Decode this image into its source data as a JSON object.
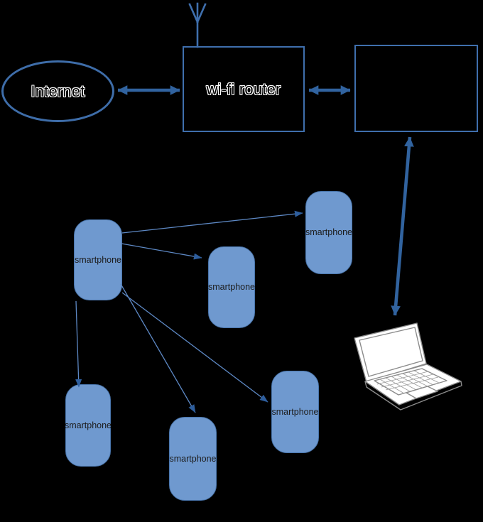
{
  "nodes": {
    "internet": {
      "label": "Internet",
      "shape": "ellipse"
    },
    "router": {
      "label": "wi-fi router",
      "shape": "rectangle",
      "icon": "antenna-icon"
    },
    "lan_box": {
      "label": "",
      "shape": "rectangle"
    },
    "laptop": {
      "label": "",
      "icon": "laptop-icon"
    },
    "smartphones": [
      {
        "label": "smartphone"
      },
      {
        "label": "smartphone"
      },
      {
        "label": "smartphone"
      },
      {
        "label": "smartphone"
      },
      {
        "label": "smartphone"
      },
      {
        "label": "smartphone"
      }
    ]
  },
  "edges": [
    {
      "from": "internet",
      "to": "router",
      "style": "thick-double-arrow"
    },
    {
      "from": "router",
      "to": "lan_box",
      "style": "thick-double-arrow"
    },
    {
      "from": "lan_box",
      "to": "laptop",
      "style": "thick-double-arrow"
    },
    {
      "from": "smartphone-1",
      "to": "smartphone-3",
      "style": "thin-arrow"
    },
    {
      "from": "smartphone-1",
      "to": "smartphone-2",
      "style": "thin-arrow"
    },
    {
      "from": "smartphone-1",
      "to": "smartphone-4",
      "style": "thin-arrow"
    },
    {
      "from": "smartphone-1",
      "to": "smartphone-5",
      "style": "thin-arrow"
    },
    {
      "from": "smartphone-1",
      "to": "smartphone-6",
      "style": "thin-arrow"
    }
  ],
  "colors": {
    "background": "#000000",
    "shape_outline": "#3f6fad",
    "thick_arrow": "#31639f",
    "connector_line": "#5d88c4",
    "connector_head": "#2e5e9d",
    "smartphone_fill": "#6f99cf",
    "smartphone_outline": "#4a76ad",
    "label_text": "#000000",
    "label_halo": "#ffffff",
    "smartphone_label_text": "#1c1c1c",
    "laptop_line": "#8b8b8b"
  }
}
